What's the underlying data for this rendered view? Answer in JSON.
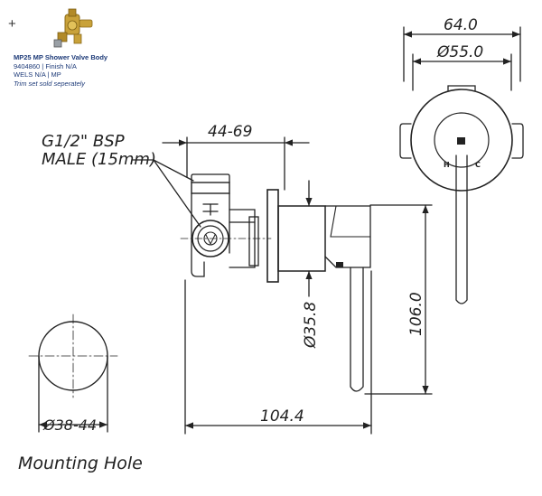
{
  "header": {
    "plus_symbol": "+",
    "product_title": "MP25 MP Shower Valve Body",
    "product_code_line": "9404860 | Finish N/A",
    "wels_line": "WELS N/A | MP",
    "note": "Trim set sold seperately"
  },
  "drawing": {
    "thread_label_line1": "G1/2\" BSP",
    "thread_label_line2": "MALE  (15mm)",
    "dim_depth": "44-69",
    "dim_width": "64.0",
    "dim_plate_dia": "Ø55.0",
    "dim_body_dia": "Ø35.8",
    "dim_height": "106.0",
    "dim_length": "104.4",
    "dim_hole_dia": "Ø38-44",
    "valve_marks": {
      "hot": "H",
      "cold": "C"
    },
    "mounting_hole_label": "Mounting Hole"
  }
}
